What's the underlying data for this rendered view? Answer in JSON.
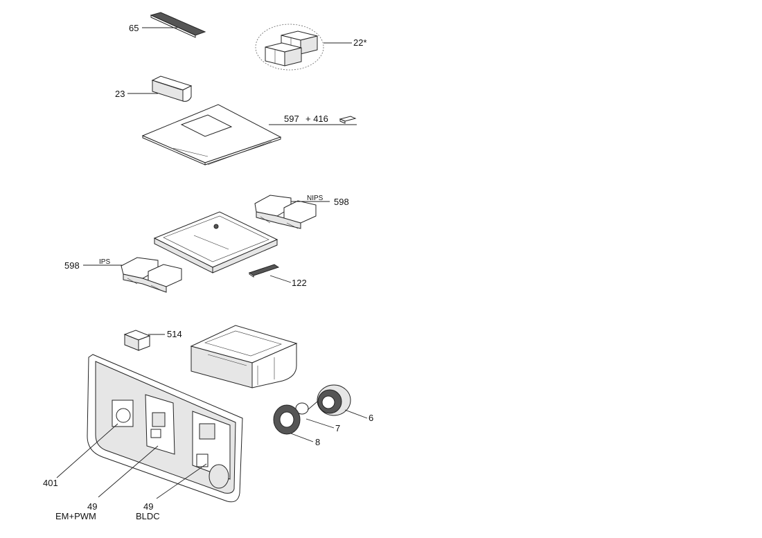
{
  "labels": {
    "p65": "65",
    "p22": "22*",
    "p23": "23",
    "p597": "597",
    "p416": "+ 416",
    "p598_right": "598",
    "nips": "NIPS",
    "p598_left": "598",
    "ips": "IPS",
    "p122": "122",
    "p514": "514",
    "p6": "6",
    "p7": "7",
    "p8": "8",
    "p401": "401",
    "p49_a": "49",
    "em_pwm": "EM+PWM",
    "p49_b": "49",
    "bldc": "BLDC"
  }
}
